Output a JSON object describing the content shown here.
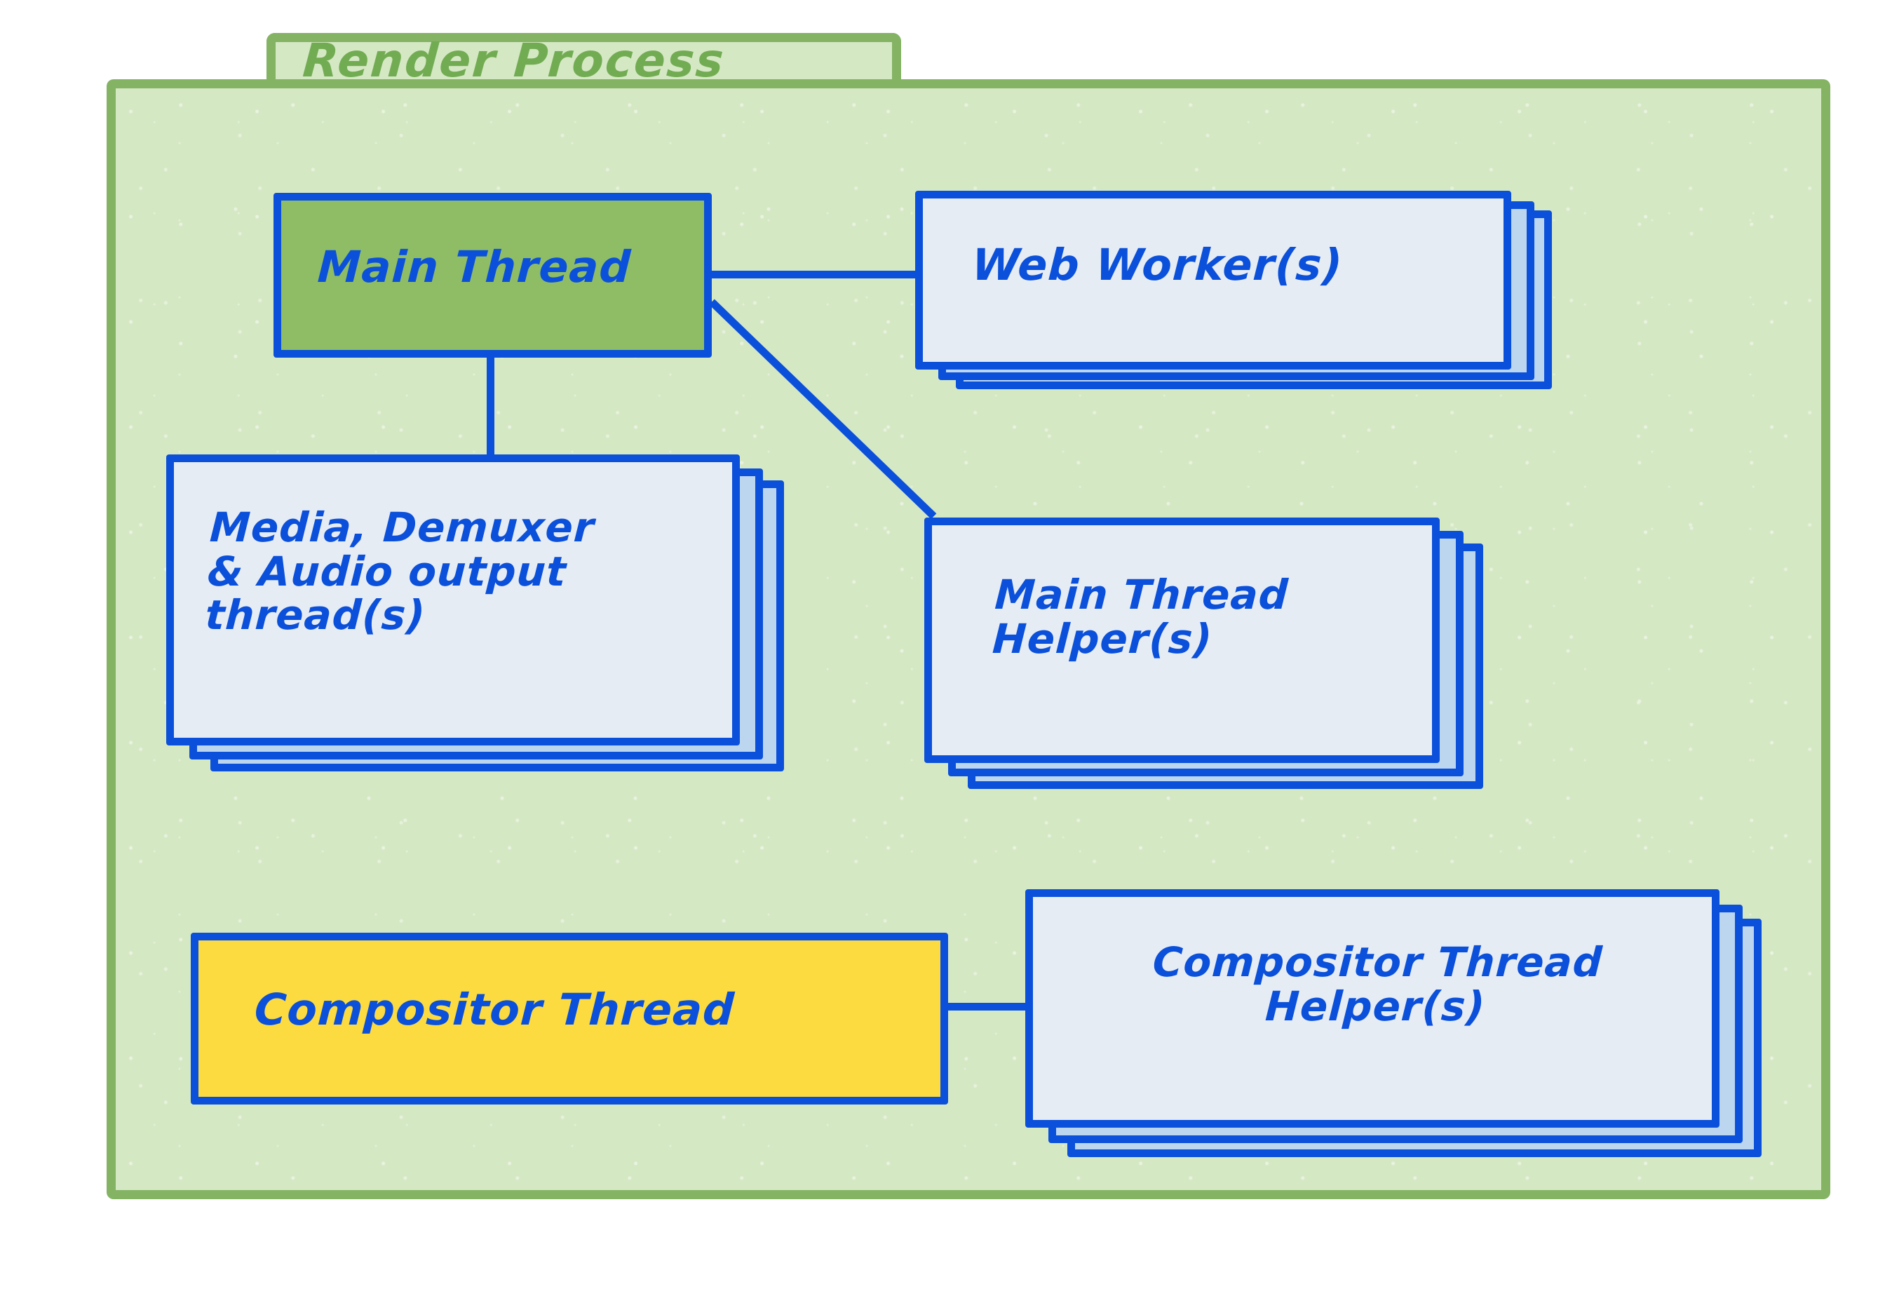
{
  "diagram": {
    "title": "Render Process",
    "type": "architecture-block-diagram",
    "colors": {
      "frame_border": "#84b364",
      "frame_fill": "#d5e8c4",
      "title_text": "#72ac52",
      "box_border": "#0b50da",
      "box_text": "#0b50da",
      "main_thread_fill": "#8fbd66",
      "helper_fill": "#e6ecf4",
      "stack_shadow_fill": "#bcd6f0",
      "compositor_fill": "#fcdb41"
    },
    "nodes": [
      {
        "id": "main-thread",
        "label": "Main Thread",
        "fill": "#8fbd66",
        "stacked": false,
        "stack_count": 1
      },
      {
        "id": "web-workers",
        "label": "Web Worker(s)",
        "fill": "#e6ecf4",
        "stacked": true,
        "stack_count": 3
      },
      {
        "id": "media-demuxer-audio",
        "label": "Media, Demuxer\n& Audio output\nthread(s)",
        "fill": "#e6ecf4",
        "stacked": true,
        "stack_count": 3
      },
      {
        "id": "main-thread-helpers",
        "label": "Main Thread\nHelper(s)",
        "fill": "#e6ecf4",
        "stacked": true,
        "stack_count": 3
      },
      {
        "id": "compositor-thread",
        "label": "Compositor Thread",
        "fill": "#fcdb41",
        "stacked": false,
        "stack_count": 1
      },
      {
        "id": "compositor-thread-helpers",
        "label": "Compositor Thread\nHelper(s)",
        "fill": "#e6ecf4",
        "stacked": true,
        "stack_count": 3
      }
    ],
    "edges": [
      {
        "from": "main-thread",
        "to": "web-workers",
        "style": "horizontal"
      },
      {
        "from": "main-thread",
        "to": "media-demuxer-audio",
        "style": "vertical"
      },
      {
        "from": "main-thread",
        "to": "main-thread-helpers",
        "style": "diagonal"
      },
      {
        "from": "compositor-thread",
        "to": "compositor-thread-helpers",
        "style": "horizontal"
      }
    ]
  }
}
